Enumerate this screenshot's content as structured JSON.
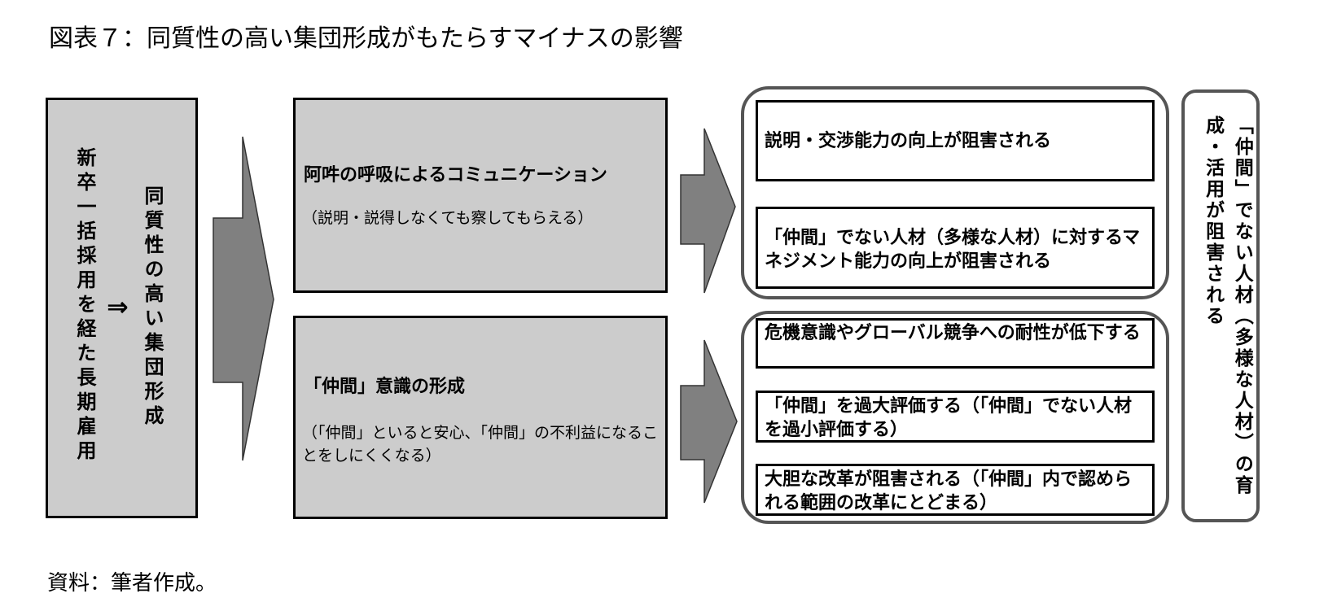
{
  "title": "図表７：同質性の高い集団形成がもたらすマイナスの影響",
  "left": {
    "col1": "新卒一括採用を経た長期雇用",
    "implies": "⇒",
    "col2": "同質性の高い集団形成"
  },
  "middle": [
    {
      "title": "阿吽の呼吸によるコミュニケーション",
      "sub": "（説明・説得しなくても察してもらえる）"
    },
    {
      "title": "「仲間」意識の形成",
      "sub": "（「仲間」といると安心、「仲間」の不利益になることをしにくくなる）"
    }
  ],
  "effects": [
    "説明・交渉能力の向上が阻害される",
    "「仲間」でない人材（多様な人材）に対するマネジメント能力の向上が阻害される",
    "危機意識やグローバル競争への耐性が低下する",
    "「仲間」を過大評価する（「仲間」でない人材を過小評価する）",
    "大胆な改革が阻害される（「仲間」内で認められる範囲の改革にとどまる）"
  ],
  "right": "「仲間」でない人材（多様な人材）の育成・活用が阻害される",
  "source": "資料：筆者作成。",
  "colors": {
    "box_fill": "#cccccc",
    "arrow_fill": "#808080",
    "group_border": "#555555"
  }
}
